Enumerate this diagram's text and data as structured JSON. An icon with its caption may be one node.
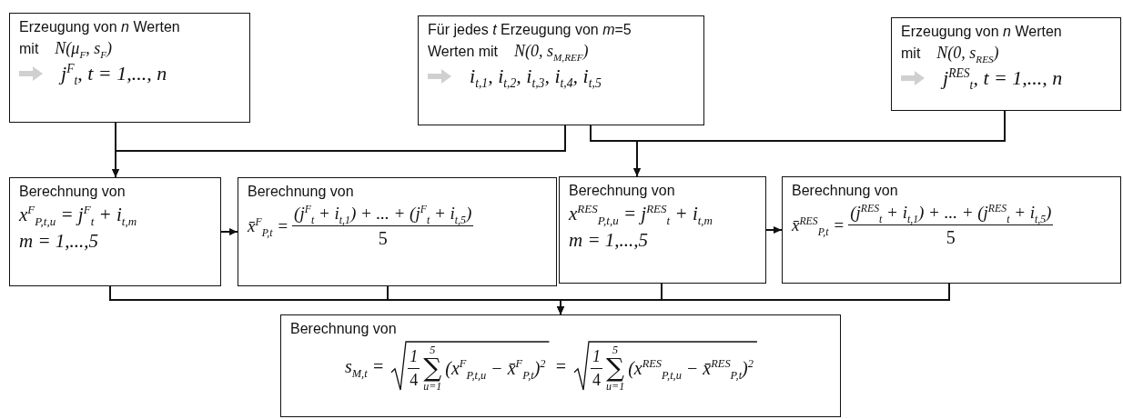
{
  "diagram": {
    "nodes": [
      {
        "text": [
          "Erzeugung von *n* Werten",
          "mit",
          "N(μ$_{F}$, s$_{F}$)",
          "j$^{F}$$_{t}$,   t = 1,..., n"
        ]
      },
      {
        "text": [
          "Für jedes *t* Erzeugung von *m*=5",
          "Werten mit",
          "N(0, s$_{M,REF}$)",
          "i$_{t,1}$, i$_{t,2}$, i$_{t,3}$, i$_{t,4}$, i$_{t,5}$"
        ]
      },
      {
        "text": [
          "Erzeugung von *n* Werten",
          "mit",
          "N(0, s$_{RES}$)",
          "j$^{RES}$$_{t}$, t = 1,..., n"
        ]
      },
      {
        "text": [
          "Berechnung von",
          "x$^{F}$$_{P,t,u}$ = j$^{F}$$_{t}$ + i$_{t,m}$",
          "m = 1,...,5"
        ]
      },
      {
        "text": [
          "Berechnung von",
          "x̄$^{F}$$_{P,t}$ =",
          "(j$^{F}$$_{t}$ + i$_{t,1}$) + ... + (j$^{F}$$_{t}$ + i$_{t,5}$)",
          "5"
        ]
      },
      {
        "text": [
          "Berechnung von",
          "x$^{RES}$$_{P,t,u}$ = j$^{RES}$$_{t}$ + i$_{t,m}$",
          "m = 1,...,5"
        ]
      },
      {
        "text": [
          "Berechnung von",
          "x̄$^{RES}$$_{P,t}$ =",
          "(j$^{RES}$$_{t}$ + i$_{t,1}$) + ... + (j$^{RES}$$_{t}$ + i$_{t,5}$)",
          "5"
        ]
      },
      {
        "text": [
          "Berechnung von",
          "s$_{M,t}$ =",
          "1",
          "4",
          "5",
          "∑",
          "u=1",
          "(x$^{F}$$_{P,t,u}$ − x̄$^{F}$$_{P,t}$)$^{2}$",
          "=",
          "1",
          "4",
          "5",
          "∑",
          "u=1",
          "(x$^{RES}$$_{P,t,u}$ − x̄$^{RES}$$_{P,t}$)$^{2}$"
        ]
      }
    ],
    "edges": [
      {
        "from": 0,
        "to": 3,
        "arrow": "to"
      },
      {
        "from": 1,
        "to": 3,
        "arrow": "to"
      },
      {
        "from": 1,
        "to": 5,
        "arrow": "to"
      },
      {
        "from": 2,
        "to": 5,
        "arrow": "to"
      },
      {
        "from": 3,
        "to": 4,
        "arrow": "to"
      },
      {
        "from": 5,
        "to": 6,
        "arrow": "to"
      },
      {
        "from": 3,
        "to": 7,
        "arrow": "to"
      },
      {
        "from": 4,
        "to": 7,
        "arrow": "to"
      },
      {
        "from": 5,
        "to": 7,
        "arrow": "to"
      },
      {
        "from": 6,
        "to": 7,
        "arrow": "to"
      }
    ]
  }
}
